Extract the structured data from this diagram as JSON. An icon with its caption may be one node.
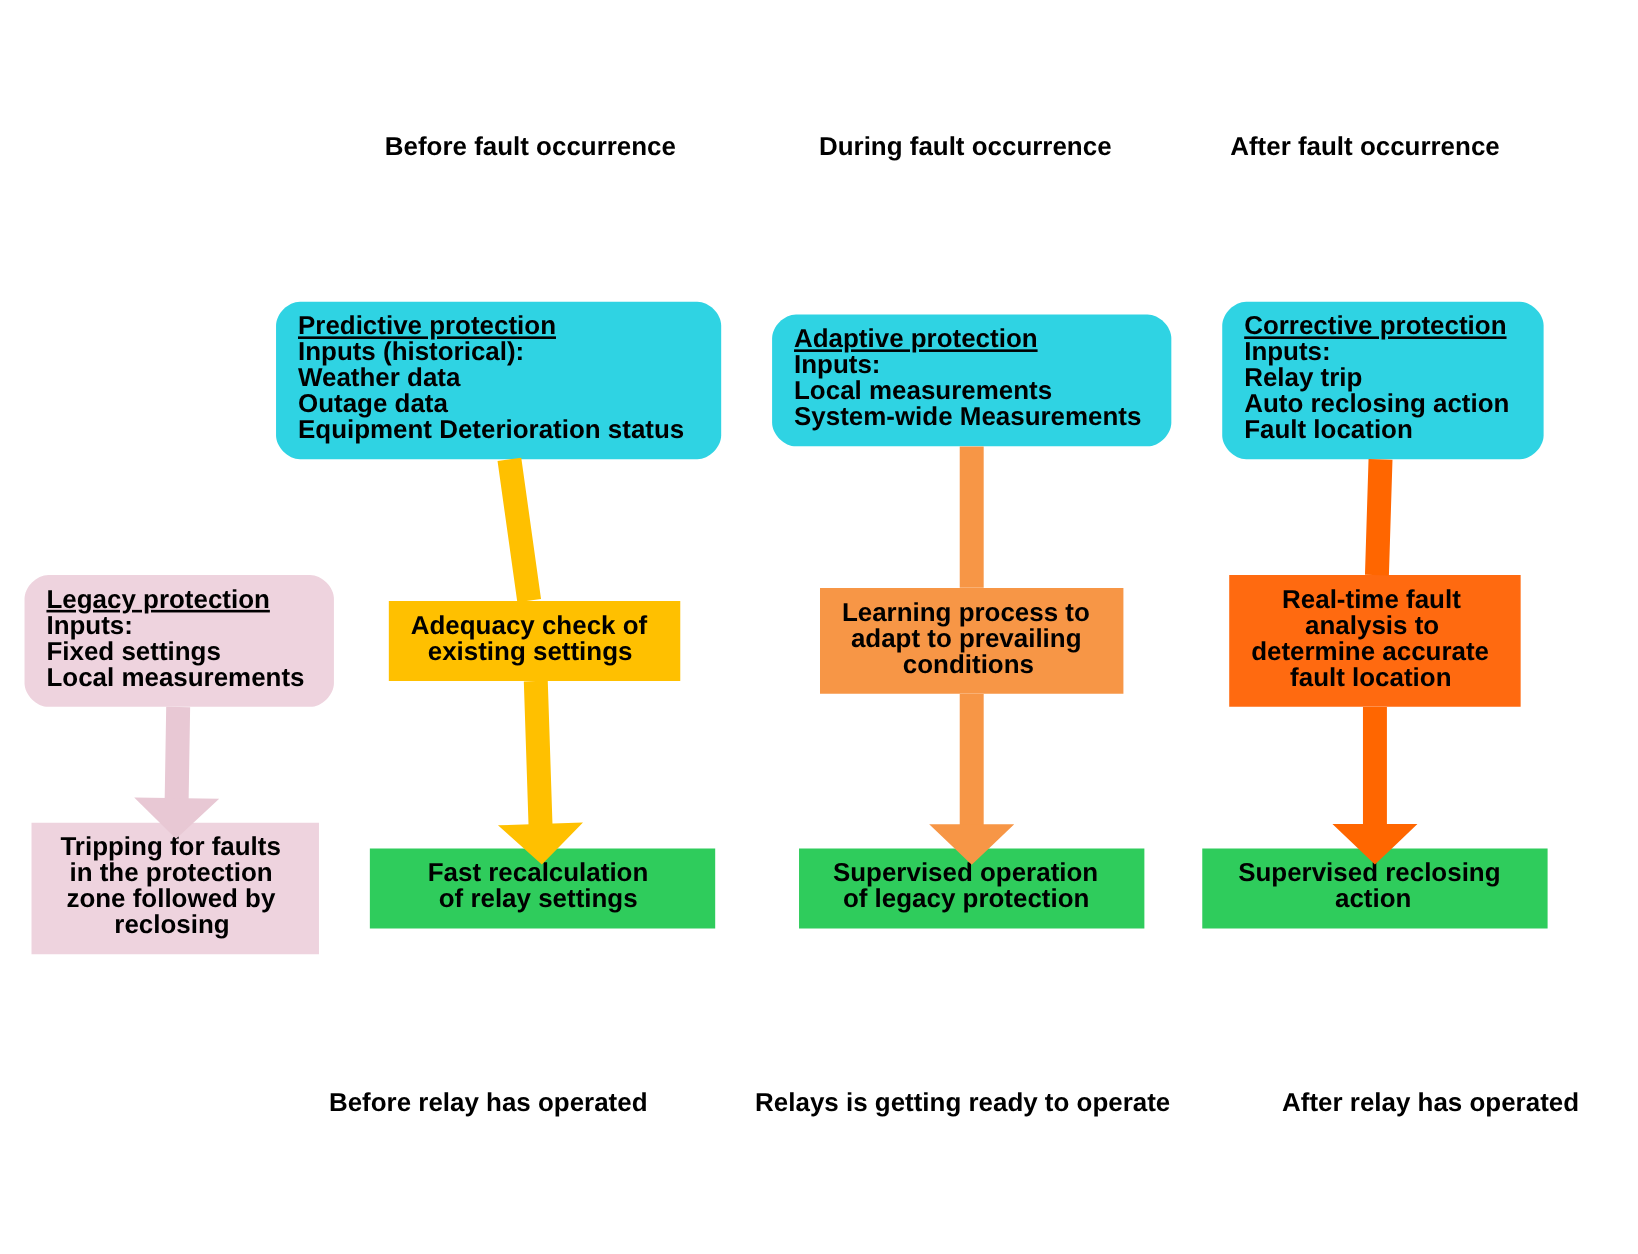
{
  "diagram": {
    "nodes": [
      {
        "text": [
          "Predictive protection",
          "Inputs (historical):",
          "Weather data",
          "Outage data",
          "Equipment Deterioration status"
        ]
      },
      {
        "text": [
          "Adaptive protection",
          "Inputs:",
          "Local measurements",
          "System-wide Measurements"
        ]
      },
      {
        "text": [
          "Corrective protection",
          "Inputs:",
          "Relay trip",
          "Auto reclosing action",
          "Fault location"
        ]
      },
      {
        "text": [
          "Legacy protection",
          "Inputs:",
          "Fixed settings",
          "Local measurements"
        ]
      },
      {
        "text": [
          "Adequacy check of existing settings"
        ]
      },
      {
        "text": [
          "Learning process to adapt to prevailing conditions"
        ]
      },
      {
        "text": [
          "Real-time fault analysis to determine accurate fault location"
        ]
      },
      {
        "text": [
          "Tripping for faults in the protection zone followed by reclosing"
        ]
      },
      {
        "text": [
          "Fast recalculation of relay settings"
        ]
      },
      {
        "text": [
          "Supervised operation of legacy protection"
        ]
      },
      {
        "text": [
          "Supervised reclosing action"
        ]
      }
    ],
    "edges": [
      {
        "from": 0,
        "to": 4,
        "arrow": "none",
        "color": "#ffc000"
      },
      {
        "from": 1,
        "to": 5,
        "arrow": "none",
        "color": "#f79646"
      },
      {
        "from": 2,
        "to": 6,
        "arrow": "none",
        "color": "#ff6600"
      },
      {
        "from": 4,
        "to": 8,
        "arrow": "to",
        "color": "#ffc000"
      },
      {
        "from": 5,
        "to": 9,
        "arrow": "to",
        "color": "#f79646"
      },
      {
        "from": 6,
        "to": 10,
        "arrow": "to",
        "color": "#ff6600"
      },
      {
        "from": 3,
        "to": 7,
        "arrow": "to",
        "color": "#e8c8d4"
      }
    ],
    "labels": [
      "Before fault occurrence",
      "During fault occurrence",
      "After fault occurrence",
      "Before relay has operated",
      "Relays is getting ready to operate",
      "After relay has operated"
    ]
  }
}
